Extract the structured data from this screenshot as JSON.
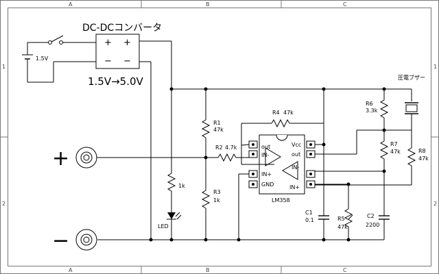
{
  "frame": {
    "columns": [
      "A",
      "B",
      "C"
    ],
    "rows": [
      "1",
      "2"
    ]
  },
  "labels": {
    "converter_title": "DC-DCコンバータ",
    "converter_plus_left": "+",
    "converter_plus_right": "+",
    "converter_minus_left": "−",
    "converter_minus_right": "−",
    "conversion": "1.5V→5.0V",
    "battery": "1.5V",
    "buzzer": "圧電ブザー",
    "led": "LED",
    "ic_name": "LM358",
    "input_plus": "+",
    "input_minus": "−"
  },
  "components": {
    "r1_name": "R1",
    "r1_value": "47k",
    "r2_name": "R2",
    "r2_value": "4.7k",
    "r3_name": "R3",
    "r3_value": "1k",
    "r4_name": "R4",
    "r4_value": "47k",
    "r5_name": "R5",
    "r5_value": "47k",
    "r6_name": "R6",
    "r6_value": "3.3k",
    "r7_name": "R7",
    "r7_value": "47k",
    "r8_name": "R8",
    "r8_value": "47k",
    "rled_value": "1k",
    "c1_name": "C1",
    "c1_value": "0.1",
    "c2_name": "C2",
    "c2_value": "2200"
  },
  "ic_pins": {
    "out_left": "out",
    "in_minus_left": "IN-",
    "in_plus_left": "IN+",
    "gnd": "GND",
    "vcc": "Vcc",
    "out_right": "out",
    "in_minus_right": "IN-",
    "in_plus_right": "IN+"
  }
}
